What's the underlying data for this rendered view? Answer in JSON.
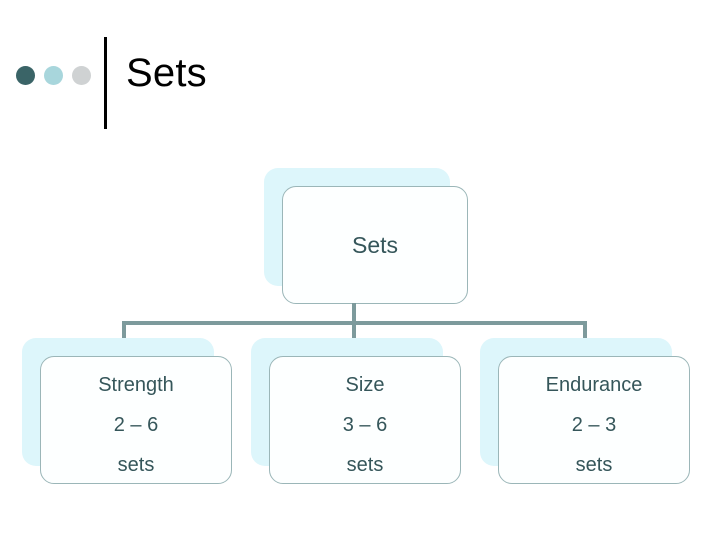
{
  "title": {
    "text": "Sets",
    "bullets": [
      "bullet-dot-dark",
      "bullet-dot-teal",
      "bullet-dot-gray"
    ]
  },
  "colors": {
    "bullet_dark": "#3a6467",
    "bullet_teal": "#a8d6dc",
    "bullet_gray": "#cfd2d3",
    "node_shadow": "#ddf6fb",
    "node_face": "#fdffff",
    "node_border": "#9bb6b8",
    "node_text": "#35565a",
    "connector": "#7d9a9c",
    "title_text": "#000000"
  },
  "diagram": {
    "type": "org-chart",
    "root": {
      "label": "Sets"
    },
    "children": [
      {
        "name": "Strength",
        "range": "2 – 6",
        "unit": "sets"
      },
      {
        "name": "Size",
        "range": "3 – 6",
        "unit": "sets"
      },
      {
        "name": "Endurance",
        "range": "2 – 3",
        "unit": "sets"
      }
    ]
  }
}
